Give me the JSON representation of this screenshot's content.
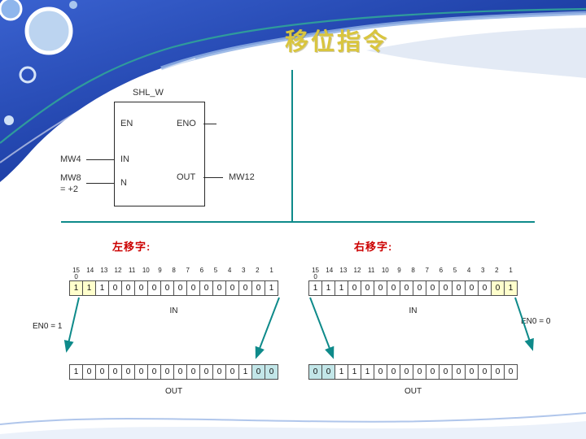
{
  "slide": {
    "title": "移位指令"
  },
  "block": {
    "name": "SHL_W",
    "en_label": "EN",
    "eno_label": "ENO",
    "in_label": "IN",
    "n_label": "N",
    "out_label": "OUT",
    "in_operand": "MW4",
    "n_operand": "MW8",
    "n_operand_value": "= +2",
    "out_operand": "MW12"
  },
  "bit_labels": {
    "top": [
      "15",
      "14",
      "13",
      "12",
      "11",
      "10",
      "9",
      "8",
      "7",
      "6",
      "5",
      "4",
      "3",
      "2",
      "1"
    ],
    "wrapped": "0"
  },
  "left_shift": {
    "heading": "左移字:",
    "in_label": "IN",
    "out_label": "OUT",
    "en0_label": "EN0 = 1",
    "in_bits": [
      "1",
      "1",
      "1",
      "0",
      "0",
      "0",
      "0",
      "0",
      "0",
      "0",
      "0",
      "0",
      "0",
      "0",
      "0",
      "1"
    ],
    "in_highlight": [
      0,
      1
    ],
    "out_bits": [
      "1",
      "0",
      "0",
      "0",
      "0",
      "0",
      "0",
      "0",
      "0",
      "0",
      "0",
      "0",
      "0",
      "1",
      "0",
      "0"
    ],
    "out_highlight": [
      14,
      15
    ]
  },
  "right_shift": {
    "heading": "右移字:",
    "in_label": "IN",
    "out_label": "OUT",
    "en0_label": "EN0 = 0",
    "in_bits": [
      "1",
      "1",
      "1",
      "0",
      "0",
      "0",
      "0",
      "0",
      "0",
      "0",
      "0",
      "0",
      "0",
      "0",
      "0",
      "1"
    ],
    "in_highlight": [
      14,
      15
    ],
    "out_bits": [
      "0",
      "0",
      "1",
      "1",
      "1",
      "0",
      "0",
      "0",
      "0",
      "0",
      "0",
      "0",
      "0",
      "0",
      "0",
      "0"
    ],
    "out_highlight": [
      0,
      1
    ]
  },
  "colors": {
    "accent_teal": "#0e8a8a",
    "heading_red": "#cc0000",
    "title_gold": "#d9c53e",
    "highlight_yellow": "#ffffcc",
    "highlight_cyan": "#c2e6e8",
    "header_blue_dark": "#122c7e",
    "header_blue_light": "#8fb0e4"
  }
}
